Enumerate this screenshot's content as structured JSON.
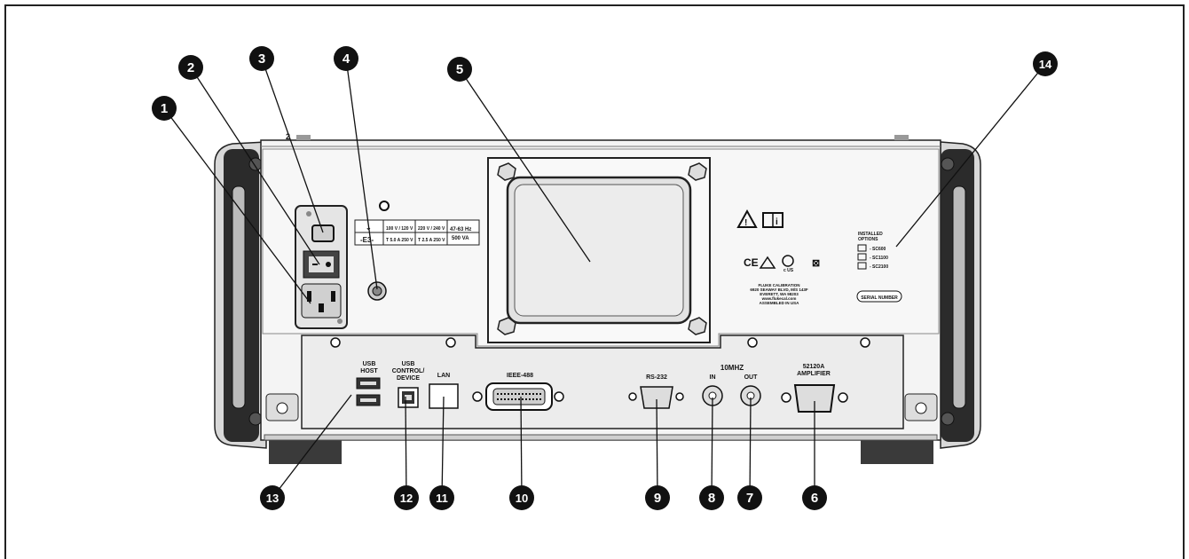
{
  "callouts": [
    {
      "n": "1"
    },
    {
      "n": "2"
    },
    {
      "n": "3"
    },
    {
      "n": "4"
    },
    {
      "n": "5"
    },
    {
      "n": "6"
    },
    {
      "n": "7"
    },
    {
      "n": "8"
    },
    {
      "n": "9"
    },
    {
      "n": "10"
    },
    {
      "n": "11"
    },
    {
      "n": "12"
    },
    {
      "n": "13"
    },
    {
      "n": "14"
    }
  ],
  "panel_labels": {
    "usb_host": [
      "USB",
      "HOST"
    ],
    "usb_device": [
      "USB",
      "CONTROL/",
      "DEVICE"
    ],
    "lan": "LAN",
    "ieee": "IEEE-488",
    "rs232": "RS-232",
    "ten_mhz": "10MHZ",
    "in": "IN",
    "out": "OUT",
    "amplifier": [
      "52120A",
      "AMPLIFIER"
    ]
  },
  "voltage_table": {
    "r1": [
      "100 V / 120 V",
      "220 V / 240 V"
    ],
    "r2": [
      "T 5.0 A 250 V",
      "T 2.5 A 250 V"
    ],
    "freq": "47-63 Hz",
    "va": "500 VA"
  },
  "options": {
    "title": [
      "INSTALLED",
      "OPTIONS"
    ],
    "items": [
      "- SC600",
      "- SC1100",
      "- SC2100"
    ]
  },
  "address": [
    "FLUKE CALIBRATION",
    "6920 SEAWAY BLVD, M/S 143F",
    "EVERETT, WA 98203",
    "www.flukecal.com",
    "ASSEMBLED IN USA"
  ],
  "serial": "SERIAL NUMBER",
  "ce_mark": "CE",
  "fig_small_mark": "2"
}
